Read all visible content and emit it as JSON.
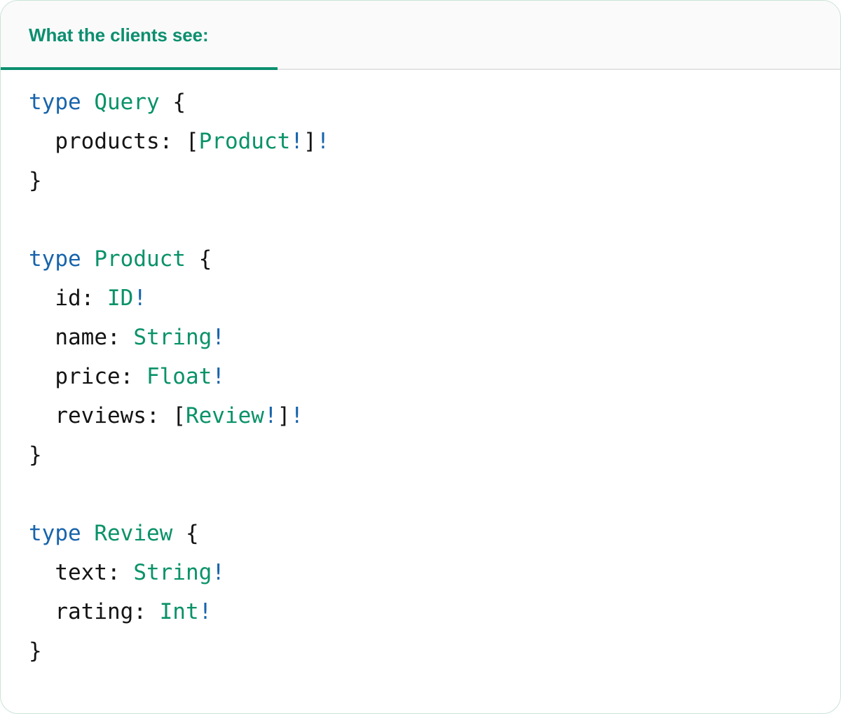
{
  "panel": {
    "border_color": "#c9e3d7",
    "background": "#ffffff"
  },
  "header": {
    "tab_label": "What the clients see:",
    "accent_color": "#0b8f6f",
    "underline_color": "#0b8f6f",
    "strip_background": "#fafafa",
    "rule_color": "#e3e3e3"
  },
  "theme": {
    "keyword_color": "#1864ab",
    "typename_color": "#099268",
    "punctuation_color": "#141414",
    "field_color": "#141414",
    "bang_color": "#1864ab"
  },
  "code": {
    "language": "graphql",
    "lines": [
      {
        "tokens": [
          {
            "t": "type",
            "c": "kw"
          },
          {
            "t": " ",
            "c": "punc"
          },
          {
            "t": "Query",
            "c": "tname"
          },
          {
            "t": " {",
            "c": "punc"
          }
        ]
      },
      {
        "tokens": [
          {
            "t": "  ",
            "c": "punc"
          },
          {
            "t": "products",
            "c": "fld"
          },
          {
            "t": ": ",
            "c": "punc"
          },
          {
            "t": "[",
            "c": "punc"
          },
          {
            "t": "Product",
            "c": "tname"
          },
          {
            "t": "!",
            "c": "bang"
          },
          {
            "t": "]",
            "c": "punc"
          },
          {
            "t": "!",
            "c": "bang"
          }
        ]
      },
      {
        "tokens": [
          {
            "t": "}",
            "c": "punc"
          }
        ]
      },
      {
        "tokens": []
      },
      {
        "tokens": [
          {
            "t": "type",
            "c": "kw"
          },
          {
            "t": " ",
            "c": "punc"
          },
          {
            "t": "Product",
            "c": "tname"
          },
          {
            "t": " {",
            "c": "punc"
          }
        ]
      },
      {
        "tokens": [
          {
            "t": "  ",
            "c": "punc"
          },
          {
            "t": "id",
            "c": "fld"
          },
          {
            "t": ": ",
            "c": "punc"
          },
          {
            "t": "ID",
            "c": "tname"
          },
          {
            "t": "!",
            "c": "bang"
          }
        ]
      },
      {
        "tokens": [
          {
            "t": "  ",
            "c": "punc"
          },
          {
            "t": "name",
            "c": "fld"
          },
          {
            "t": ": ",
            "c": "punc"
          },
          {
            "t": "String",
            "c": "tname"
          },
          {
            "t": "!",
            "c": "bang"
          }
        ]
      },
      {
        "tokens": [
          {
            "t": "  ",
            "c": "punc"
          },
          {
            "t": "price",
            "c": "fld"
          },
          {
            "t": ": ",
            "c": "punc"
          },
          {
            "t": "Float",
            "c": "tname"
          },
          {
            "t": "!",
            "c": "bang"
          }
        ]
      },
      {
        "tokens": [
          {
            "t": "  ",
            "c": "punc"
          },
          {
            "t": "reviews",
            "c": "fld"
          },
          {
            "t": ": ",
            "c": "punc"
          },
          {
            "t": "[",
            "c": "punc"
          },
          {
            "t": "Review",
            "c": "tname"
          },
          {
            "t": "!",
            "c": "bang"
          },
          {
            "t": "]",
            "c": "punc"
          },
          {
            "t": "!",
            "c": "bang"
          }
        ]
      },
      {
        "tokens": [
          {
            "t": "}",
            "c": "punc"
          }
        ]
      },
      {
        "tokens": []
      },
      {
        "tokens": [
          {
            "t": "type",
            "c": "kw"
          },
          {
            "t": " ",
            "c": "punc"
          },
          {
            "t": "Review",
            "c": "tname"
          },
          {
            "t": " {",
            "c": "punc"
          }
        ]
      },
      {
        "tokens": [
          {
            "t": "  ",
            "c": "punc"
          },
          {
            "t": "text",
            "c": "fld"
          },
          {
            "t": ": ",
            "c": "punc"
          },
          {
            "t": "String",
            "c": "tname"
          },
          {
            "t": "!",
            "c": "bang"
          }
        ]
      },
      {
        "tokens": [
          {
            "t": "  ",
            "c": "punc"
          },
          {
            "t": "rating",
            "c": "fld"
          },
          {
            "t": ": ",
            "c": "punc"
          },
          {
            "t": "Int",
            "c": "tname"
          },
          {
            "t": "!",
            "c": "bang"
          }
        ]
      },
      {
        "tokens": [
          {
            "t": "}",
            "c": "punc"
          }
        ]
      }
    ],
    "plain_text": "type Query {\n  products: [Product!]!\n}\n\ntype Product {\n  id: ID!\n  name: String!\n  price: Float!\n  reviews: [Review!]!\n}\n\ntype Review {\n  text: String!\n  rating: Int!\n}"
  }
}
